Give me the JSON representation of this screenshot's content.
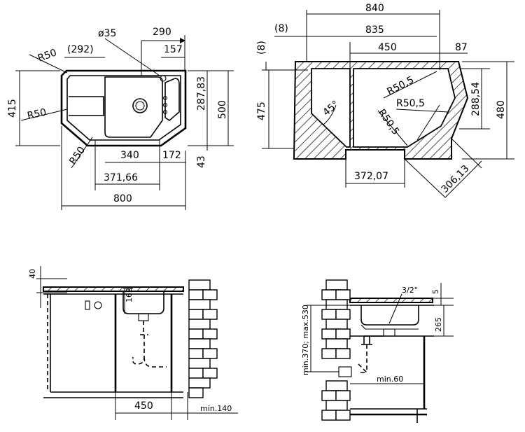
{
  "top_left": {
    "dims": {
      "d_phi35": "ø35",
      "d_290": "290",
      "d_292": "(292)",
      "d_157": "157",
      "d_r50a": "R50",
      "d_415": "415",
      "d_r50b": "R50",
      "d_28783": "287,83",
      "d_500": "500",
      "d_r50c": "R50",
      "d_340": "340",
      "d_172": "172",
      "d_43": "43",
      "d_37166": "371,66",
      "d_800": "800"
    }
  },
  "top_right": {
    "dims": {
      "d_840": "840",
      "d_8a": "(8)",
      "d_835": "835",
      "d_8b": "(8)",
      "d_450": "450",
      "d_87": "87",
      "d_r505a": "R50,5",
      "d_r505b": "R50,5",
      "d_r505c": "R50,5",
      "d_28854": "288,54",
      "d_480": "480",
      "d_475": "475",
      "d_45deg": "45°",
      "d_37207": "372,07",
      "d_30613": "306,13"
    }
  },
  "bottom_left": {
    "dims": {
      "d_40": "40",
      "d_162": "162",
      "d_450": "450",
      "d_min140": "min.140"
    }
  },
  "bottom_right": {
    "dims": {
      "d_half": "3/2\"",
      "d_5": "5",
      "d_265": "265",
      "d_minmax": "min.370; max.530",
      "d_min60": "min.60"
    }
  }
}
